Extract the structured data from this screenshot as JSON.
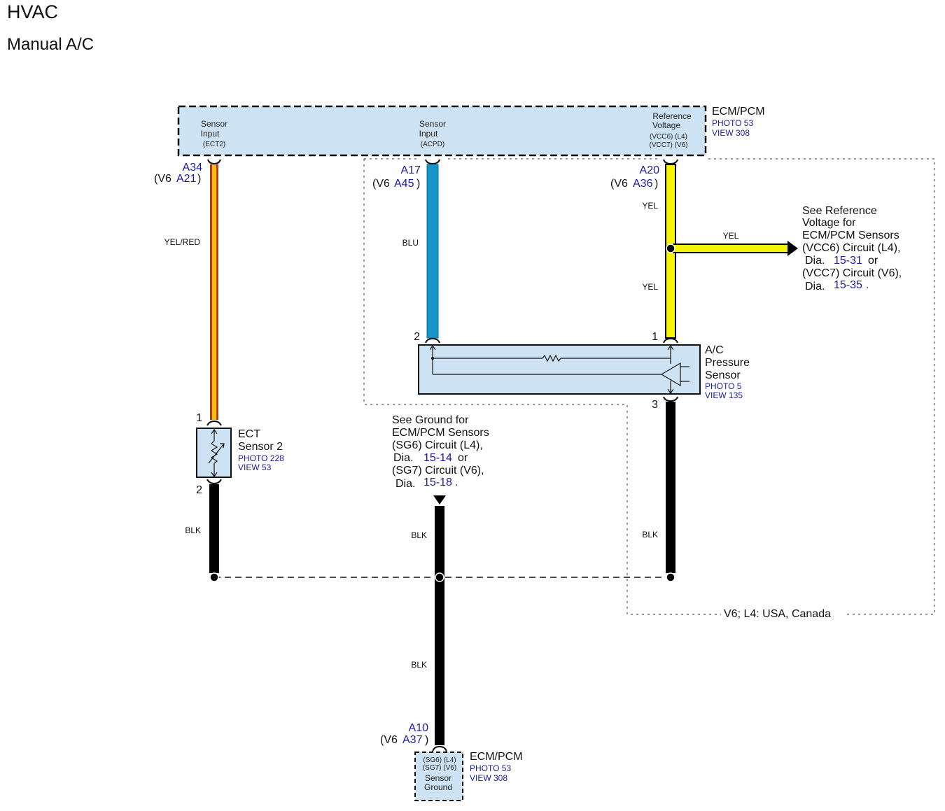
{
  "header": {
    "title": "HVAC",
    "subtitle": "Manual A/C"
  },
  "ecm_top": {
    "name": "ECM/PCM",
    "photo": "PHOTO 53",
    "view": "VIEW 308",
    "pins": [
      {
        "label1": "Sensor",
        "label2": "Input",
        "sub": "(ECT2)"
      },
      {
        "label1": "Sensor",
        "label2": "Input",
        "sub": "(ACPD)"
      },
      {
        "label1": "Reference",
        "label2": "Voltage",
        "sub": "(VCC6) (L4)",
        "sub2": "(VCC7) (V6)"
      }
    ]
  },
  "terminals": {
    "a34": "A34",
    "a21_pre": "(V6",
    "a21": "A21",
    "a21_post": ")",
    "a17": "A17",
    "a45_pre": "(V6",
    "a45": "A45",
    "a45_post": ")",
    "a20": "A20",
    "a36_pre": "(V6",
    "a36": "A36",
    "a36_post": ")",
    "a10": "A10",
    "a37_pre": "(V6",
    "a37": "A37",
    "a37_post": ")"
  },
  "wires": {
    "ect_signal": "YEL/RED",
    "acpd_signal": "BLU",
    "ref_top": "YEL",
    "ref_branch": "YEL",
    "ref_lower": "YEL",
    "ect_ground": "BLK",
    "ground_mid": "BLK",
    "acp_ground": "BLK",
    "ground_main": "BLK",
    "colors": {
      "yel_red_outer": "#b8390e",
      "yel_red_inner": "#f2c200",
      "blu": "#1595c8",
      "yel": "#f5f50a",
      "blk": "#000000"
    }
  },
  "reference_note": {
    "line1": "See Reference",
    "line2": "Voltage for",
    "line3": "ECM/PCM Sensors",
    "line4": "(VCC6) Circuit (L4),",
    "dia_label": "Dia.",
    "dia1": "15-31",
    "or": "or",
    "line6": "(VCC7) Circuit (V6),",
    "dia2": "15-35",
    "period": "."
  },
  "ac_sensor": {
    "name1": "A/C",
    "name2": "Pressure",
    "name3": "Sensor",
    "photo": "PHOTO 5",
    "view": "VIEW 135",
    "pin_left": "2",
    "pin_right": "1",
    "pin_bottom": "3"
  },
  "ect_sensor": {
    "name1": "ECT",
    "name2": "Sensor 2",
    "photo": "PHOTO 228",
    "view": "VIEW 53",
    "pin_top": "1",
    "pin_bottom": "2"
  },
  "ground_note": {
    "line1": "See Ground for",
    "line2": "ECM/PCM Sensors",
    "line3": "(SG6) Circuit (L4),",
    "dia_label": "Dia.",
    "dia1": "15-14",
    "or": "or",
    "line5": "(SG7) Circuit (V6),",
    "dia2": "15-18",
    "period": "."
  },
  "ecm_bottom": {
    "name": "ECM/PCM",
    "photo": "PHOTO 53",
    "view": "VIEW 308",
    "line1": "(SG6) (L4)",
    "line2": "(SG7) (V6)",
    "line3": "Sensor",
    "line4": "Ground"
  },
  "region_note": "V6; L4: USA, Canada"
}
